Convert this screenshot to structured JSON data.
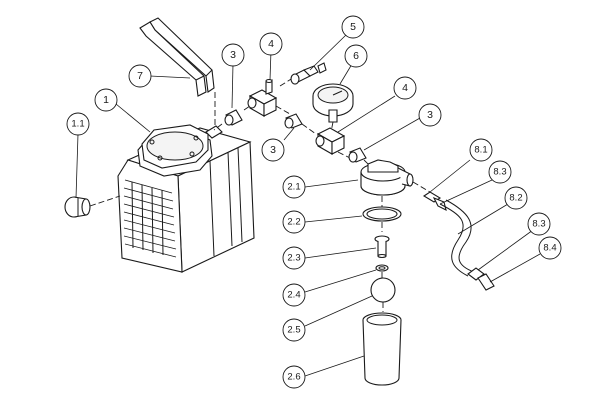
{
  "callouts": [
    {
      "id": "c1",
      "text": "1"
    },
    {
      "id": "c1_1",
      "text": "1.1"
    },
    {
      "id": "c7",
      "text": "7"
    },
    {
      "id": "c3a",
      "text": "3"
    },
    {
      "id": "c4a",
      "text": "4"
    },
    {
      "id": "c5",
      "text": "5"
    },
    {
      "id": "c6",
      "text": "6"
    },
    {
      "id": "c4b",
      "text": "4"
    },
    {
      "id": "c3b",
      "text": "3"
    },
    {
      "id": "c3c",
      "text": "3"
    },
    {
      "id": "c2_1",
      "text": "2.1"
    },
    {
      "id": "c2_2",
      "text": "2.2"
    },
    {
      "id": "c2_3",
      "text": "2.3"
    },
    {
      "id": "c2_4",
      "text": "2.4"
    },
    {
      "id": "c2_5",
      "text": "2.5"
    },
    {
      "id": "c2_6",
      "text": "2.6"
    },
    {
      "id": "c8_1",
      "text": "8.1"
    },
    {
      "id": "c8_3a",
      "text": "8.3"
    },
    {
      "id": "c8_2",
      "text": "8.2"
    },
    {
      "id": "c8_3b",
      "text": "8.3"
    },
    {
      "id": "c8_4",
      "text": "8.4"
    }
  ]
}
